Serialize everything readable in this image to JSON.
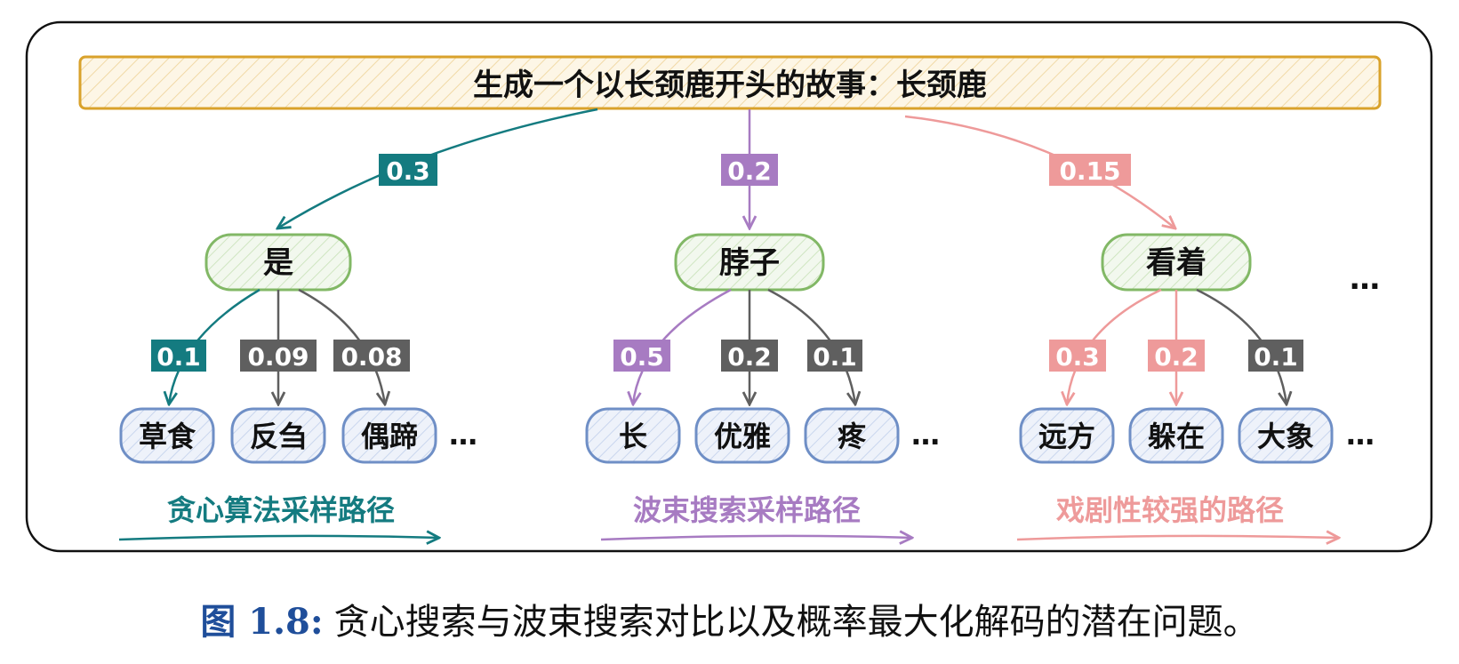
{
  "prompt": "生成一个以长颈鹿开头的故事：长颈鹿",
  "colors": {
    "greedy": "#147b80",
    "beam": "#a77bc2",
    "dramatic": "#ee9a9a",
    "gray": "#5f5f5f",
    "node_green": "#82b866",
    "node_blue": "#6f8fc6",
    "prompt_border": "#d9a22b"
  },
  "branches": [
    {
      "prob": "0.3",
      "color_key": "greedy",
      "word": "是",
      "children": [
        {
          "prob": "0.1",
          "word": "草食",
          "color_key": "greedy"
        },
        {
          "prob": "0.09",
          "word": "反刍",
          "color_key": "gray"
        },
        {
          "prob": "0.08",
          "word": "偶蹄",
          "color_key": "gray"
        }
      ],
      "path_label": "贪心算法采样路径"
    },
    {
      "prob": "0.2",
      "color_key": "beam",
      "word": "脖子",
      "children": [
        {
          "prob": "0.5",
          "word": "长",
          "color_key": "beam"
        },
        {
          "prob": "0.2",
          "word": "优雅",
          "color_key": "gray"
        },
        {
          "prob": "0.1",
          "word": "疼",
          "color_key": "gray"
        }
      ],
      "path_label": "波束搜索采样路径"
    },
    {
      "prob": "0.15",
      "color_key": "dramatic",
      "word": "看着",
      "children": [
        {
          "prob": "0.3",
          "word": "远方",
          "color_key": "dramatic"
        },
        {
          "prob": "0.2",
          "word": "躲在",
          "color_key": "dramatic"
        },
        {
          "prob": "0.1",
          "word": "大象",
          "color_key": "gray"
        }
      ],
      "path_label": "戏剧性较强的路径"
    }
  ],
  "ellipsis": "…",
  "caption": {
    "figure_label": "图 1.8:",
    "text": "贪心搜索与波束搜索对比以及概率最大化解码的潜在问题。"
  }
}
